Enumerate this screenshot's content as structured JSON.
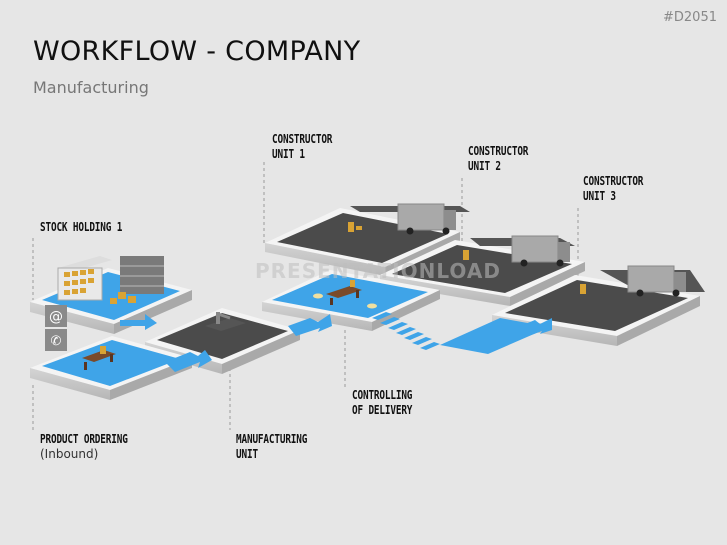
{
  "header": {
    "slide_id": "#D2051",
    "title": "WORKFLOW - COMPANY",
    "subtitle": "Manufacturing"
  },
  "labels": {
    "constructor_1": [
      "CONSTRUCTOR",
      "UNIT 1"
    ],
    "constructor_2": [
      "CONSTRUCTOR",
      "UNIT 2"
    ],
    "constructor_3": [
      "CONSTRUCTOR",
      "UNIT 3"
    ],
    "stock_holding": "STOCK HOLDING 1",
    "product_ordering": "PRODUCT ORDERING",
    "product_ordering_sub": "(Inbound)",
    "manufacturing": [
      "MANUFACTURING",
      "UNIT"
    ],
    "controlling": [
      "CONTROLLING",
      "OF DELIVERY"
    ]
  },
  "icons": [
    "at-sign-icon",
    "phone-icon",
    "shelf-icon",
    "box-icon",
    "desk-icon",
    "robot-arm-icon",
    "truck-icon"
  ],
  "watermark": "PRESENTATIONLOAD",
  "colors": {
    "platform_blue": "#3fa4e8",
    "road_dark": "#4a4a4a",
    "platform_top": "#f5f5f5",
    "platform_side": "#c8c8c8",
    "background": "#e6e6e6"
  }
}
